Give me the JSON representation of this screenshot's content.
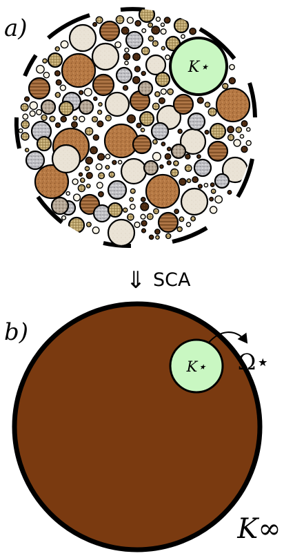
{
  "panel_a": {
    "label": "a)",
    "inclusion_label": "K⋆"
  },
  "arrow": {
    "symbol": "⇓",
    "text": "SCA"
  },
  "panel_b": {
    "label": "b)",
    "inclusion_label": "K⋆",
    "boundary_label": "Ω⋆",
    "medium_label": "K∞"
  },
  "colors": {
    "outline": "#000000",
    "inclusion_fill": "#c9f7c2",
    "effective_medium": "#7a3a10",
    "grain_palette": [
      "#b77a45",
      "#eae3d6",
      "#c4c4c8",
      "#a06a3c",
      "#d6c08a",
      "#4a2a12",
      "#b5a796",
      "#f8f3e6"
    ]
  }
}
